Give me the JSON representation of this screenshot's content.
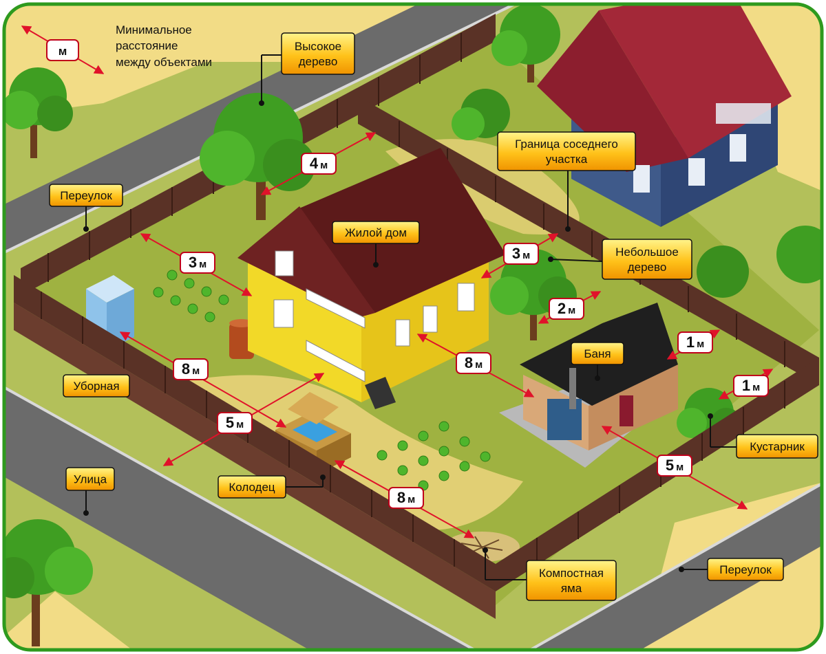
{
  "legend": {
    "badge": "м",
    "lines": [
      "Минимальное",
      "расстояние",
      "между объектами"
    ]
  },
  "labels": {
    "tall_tree": [
      "Высокое",
      "дерево"
    ],
    "neighbor_border": [
      "Граница соседнего",
      "участка"
    ],
    "lane_top": [
      "Переулок"
    ],
    "house": [
      "Жилой дом"
    ],
    "small_tree": [
      "Небольшое",
      "дерево"
    ],
    "bathhouse": [
      "Баня"
    ],
    "toilet": [
      "Уборная"
    ],
    "shrub": [
      "Кустарник"
    ],
    "street": [
      "Улица"
    ],
    "well": [
      "Колодец"
    ],
    "compost": [
      "Компостная",
      "яма"
    ],
    "lane_bottom": [
      "Переулок"
    ]
  },
  "distances": {
    "tree_to_fence": {
      "value": "4",
      "unit": "м"
    },
    "fence_to_house_left": {
      "value": "3",
      "unit": "м"
    },
    "house_to_fence_right": {
      "value": "3",
      "unit": "м"
    },
    "small_tree_to_fence": {
      "value": "2",
      "unit": "м"
    },
    "bath_to_fence": {
      "value": "1",
      "unit": "м"
    },
    "shrub_to_fence": {
      "value": "1",
      "unit": "м"
    },
    "toilet_to_well": {
      "value": "8",
      "unit": "м"
    },
    "house_to_bath": {
      "value": "8",
      "unit": "м"
    },
    "well_to_fence": {
      "value": "5",
      "unit": "м"
    },
    "bath_to_fence_bottom": {
      "value": "5",
      "unit": "м"
    },
    "well_to_compost": {
      "value": "8",
      "unit": "м"
    }
  },
  "colors": {
    "frame": "#2e9a1e",
    "label_fill": "#f6a800",
    "arrow": "#e0122a",
    "badge_border": "#c0001a",
    "road": "#6e6e6e",
    "grass": "#9bb040",
    "fence": "#5a3226",
    "house_wall": "#f2d928",
    "roof": "#5c1a1a"
  }
}
